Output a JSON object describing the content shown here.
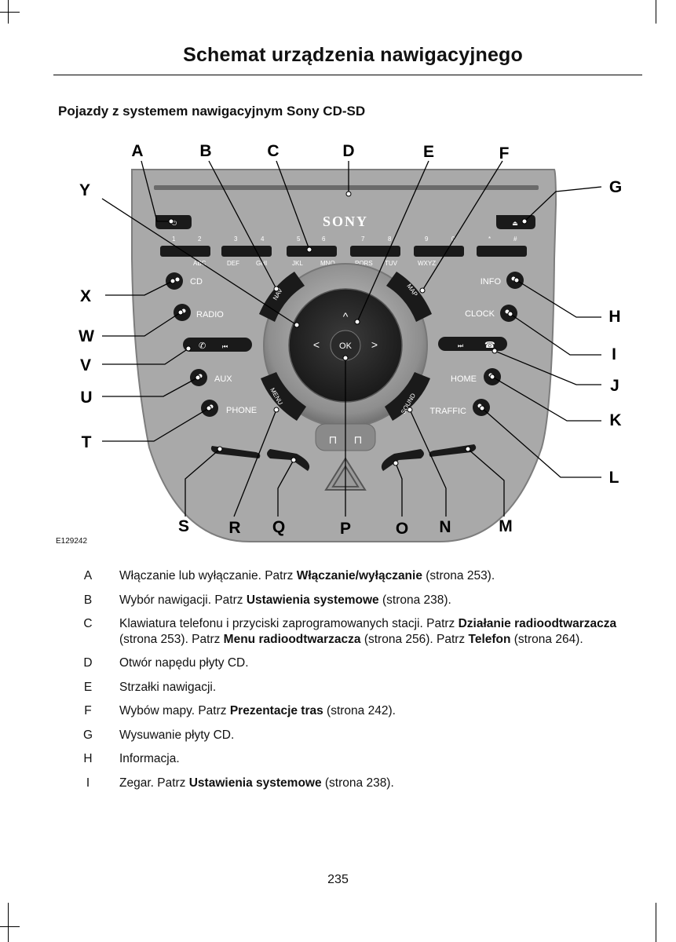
{
  "page": {
    "title": "Schemat urządzenia nawigacyjnego",
    "subtitle": "Pojazdy z systemem nawigacyjnym Sony CD-SD",
    "figure_code": "E129242",
    "page_number": "235"
  },
  "figure": {
    "brand": "SONY",
    "callouts": [
      "A",
      "B",
      "C",
      "D",
      "E",
      "F",
      "G",
      "H",
      "I",
      "J",
      "K",
      "L",
      "M",
      "N",
      "O",
      "P",
      "Q",
      "R",
      "S",
      "T",
      "U",
      "V",
      "W",
      "X",
      "Y"
    ],
    "keypad_numbers": [
      "1",
      "2",
      "3",
      "4",
      "5",
      "6",
      "7",
      "8",
      "9",
      "0",
      "*",
      "#"
    ],
    "keypad_letters": [
      "ABC",
      "DEF",
      "GHI",
      "JKL",
      "MNO",
      "PQRS",
      "TUV",
      "WXYZ"
    ],
    "left_buttons": [
      "CD",
      "RADIO",
      "AUX",
      "PHONE"
    ],
    "right_buttons": [
      "INFO",
      "CLOCK",
      "HOME",
      "TRAFFIC"
    ],
    "ring_labels": {
      "nav": "NAV",
      "map": "MAP",
      "menu": "MENU",
      "sound": "SOUND"
    },
    "ok_label": "OK"
  },
  "legend": [
    {
      "key": "A",
      "parts": [
        {
          "t": "Włączanie lub wyłączanie.  Patrz "
        },
        {
          "t": "Włączanie/wyłączanie",
          "b": true
        },
        {
          "t": " (strona 253)."
        }
      ]
    },
    {
      "key": "B",
      "parts": [
        {
          "t": "Wybór nawigacji.  Patrz "
        },
        {
          "t": "Ustawienia systemowe",
          "b": true
        },
        {
          "t": "  (strona 238)."
        }
      ]
    },
    {
      "key": "C",
      "parts": [
        {
          "t": "Klawiatura telefonu i przyciski zaprogramowanych stacji.  Patrz "
        },
        {
          "t": "Działanie radioodtwarzacza",
          "b": true
        },
        {
          "t": " (strona 253).  Patrz "
        },
        {
          "t": "Menu radioodtwarzacza",
          "b": true
        },
        {
          "t": " (strona 256).  Patrz "
        },
        {
          "t": "Telefon",
          "b": true
        },
        {
          "t": " (strona 264)."
        }
      ]
    },
    {
      "key": "D",
      "parts": [
        {
          "t": "Otwór napędu płyty CD."
        }
      ]
    },
    {
      "key": "E",
      "parts": [
        {
          "t": "Strzałki nawigacji."
        }
      ]
    },
    {
      "key": "F",
      "parts": [
        {
          "t": "Wybów mapy.  Patrz "
        },
        {
          "t": "Prezentacje tras",
          "b": true
        },
        {
          "t": "  (strona 242)."
        }
      ]
    },
    {
      "key": "G",
      "parts": [
        {
          "t": "Wysuwanie płyty CD."
        }
      ]
    },
    {
      "key": "H",
      "parts": [
        {
          "t": "Informacja."
        }
      ]
    },
    {
      "key": "I",
      "parts": [
        {
          "t": "Zegar.  Patrz "
        },
        {
          "t": "Ustawienia systemowe",
          "b": true
        },
        {
          "t": "  (strona 238)."
        }
      ]
    }
  ]
}
